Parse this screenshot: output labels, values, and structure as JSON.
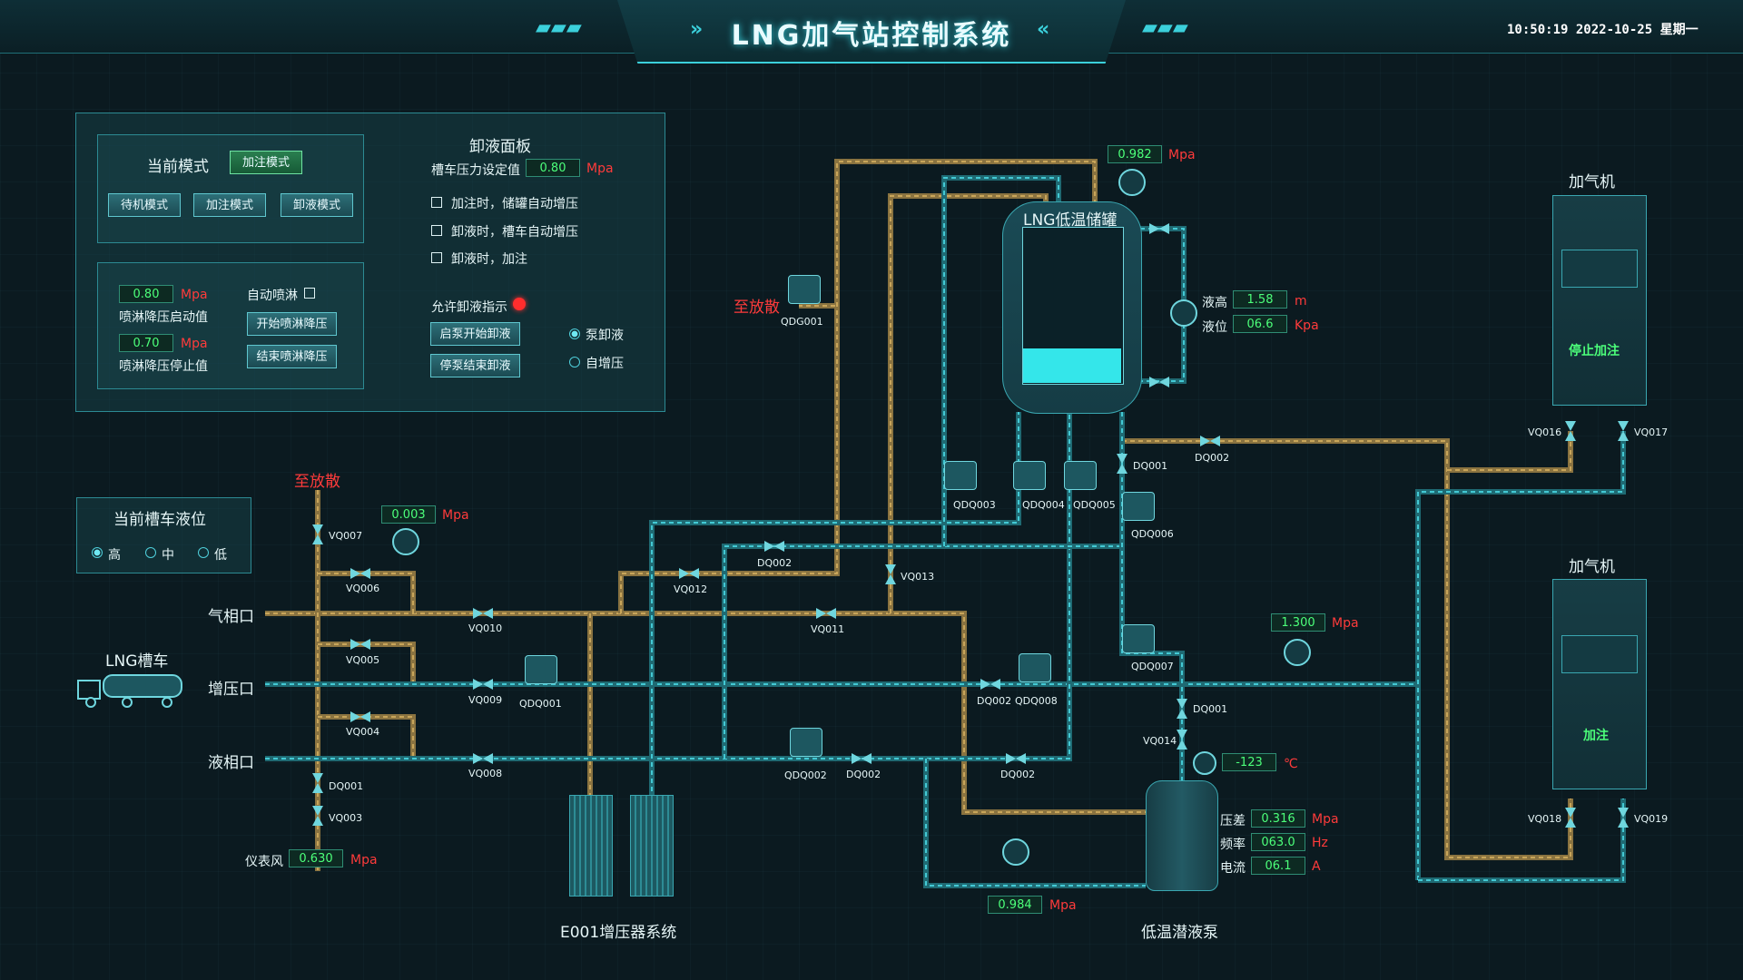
{
  "header": {
    "title": "LNG加气站控制系统",
    "datetime": "10:50:19 2022-10-25 星期一",
    "accent": "#3bd0db"
  },
  "mode_panel": {
    "current_mode_label": "当前模式",
    "current_mode_value": "加注模式",
    "buttons": [
      "待机模式",
      "加注模式",
      "卸液模式"
    ]
  },
  "spray_panel": {
    "start_value": "0.80",
    "start_unit": "Mpa",
    "start_label": "喷淋降压启动值",
    "stop_value": "0.70",
    "stop_unit": "Mpa",
    "stop_label": "喷淋降压停止值",
    "auto_spray_label": "自动喷淋",
    "start_button": "开始喷淋降压",
    "stop_button": "结束喷淋降压"
  },
  "unload_panel": {
    "title": "卸液面板",
    "pressure_label": "槽车压力设定值",
    "pressure_value": "0.80",
    "pressure_unit": "Mpa",
    "options": [
      "加注时，储罐自动增压",
      "卸液时，槽车自动增压",
      "卸液时，加注"
    ],
    "allow_label": "允许卸液指示",
    "start_button": "启泵开始卸液",
    "stop_button": "停泵结束卸液",
    "radio_pump": "泵卸液",
    "radio_self": "自增压"
  },
  "truck_level": {
    "title": "当前槽车液位",
    "options": [
      "高",
      "中",
      "低"
    ]
  },
  "tank": {
    "label": "LNG低温储罐",
    "top_pressure": "0.982",
    "top_pressure_unit": "Mpa",
    "level_label": "液高",
    "level_value": "1.58",
    "level_unit": "m",
    "level2_label": "液位",
    "level2_value": "06.6",
    "level2_unit": "Kpa",
    "fill_fraction": 0.22,
    "vent_label": "至放散",
    "vent_valve": "QDG001"
  },
  "dispensers": [
    {
      "title": "加气机",
      "button": "停止加注",
      "valves": [
        "VQ016",
        "VQ017"
      ]
    },
    {
      "title": "加气机",
      "button": "加注",
      "valves": [
        "VQ018",
        "VQ019"
      ]
    }
  ],
  "left_manifold": {
    "vent_label": "至放散",
    "pressure": "0.003",
    "pressure_unit": "Mpa",
    "ports": [
      "气相口",
      "增压口",
      "液相口"
    ],
    "truck_label": "LNG槽车",
    "instrument_air_label": "仪表风",
    "instrument_air_value": "0.630",
    "instrument_air_unit": "Mpa"
  },
  "valves": {
    "VQ007": "VQ007",
    "VQ006": "VQ006",
    "VQ005": "VQ005",
    "VQ004": "VQ004",
    "VQ010": "VQ010",
    "VQ009": "VQ009",
    "VQ008": "VQ008",
    "VQ011": "VQ011",
    "VQ012": "VQ012",
    "VQ013": "VQ013",
    "VQ014": "VQ014",
    "VQ003": "VQ003",
    "DQ001a": "DQ001",
    "DQ001b": "DQ001",
    "DQ001c": "DQ001",
    "DQ002a": "DQ002",
    "DQ002b": "DQ002",
    "DQ002c": "DQ002",
    "DQ002d": "DQ002",
    "DQ002e": "DQ002",
    "QDQ001": "QDQ001",
    "QDQ002": "QDQ002",
    "QDQ003": "QDQ003",
    "QDQ004": "QDQ004",
    "QDQ005": "QDQ005",
    "QDQ006": "QDQ006",
    "QDQ007": "QDQ007",
    "QDQ008": "QDQ008"
  },
  "pump": {
    "label": "低温潜液泵",
    "temp_value": "-123",
    "temp_unit": "℃",
    "diff_label": "压差",
    "diff_value": "0.316",
    "diff_unit": "Mpa",
    "freq_label": "频率",
    "freq_value": "063.0",
    "freq_unit": "Hz",
    "current_label": "电流",
    "current_value": "06.1",
    "current_unit": "A",
    "outlet_pressure": "1.300",
    "outlet_unit": "Mpa",
    "bottom_pressure": "0.984",
    "bottom_unit": "Mpa"
  },
  "booster": {
    "label": "E001增压器系统"
  }
}
